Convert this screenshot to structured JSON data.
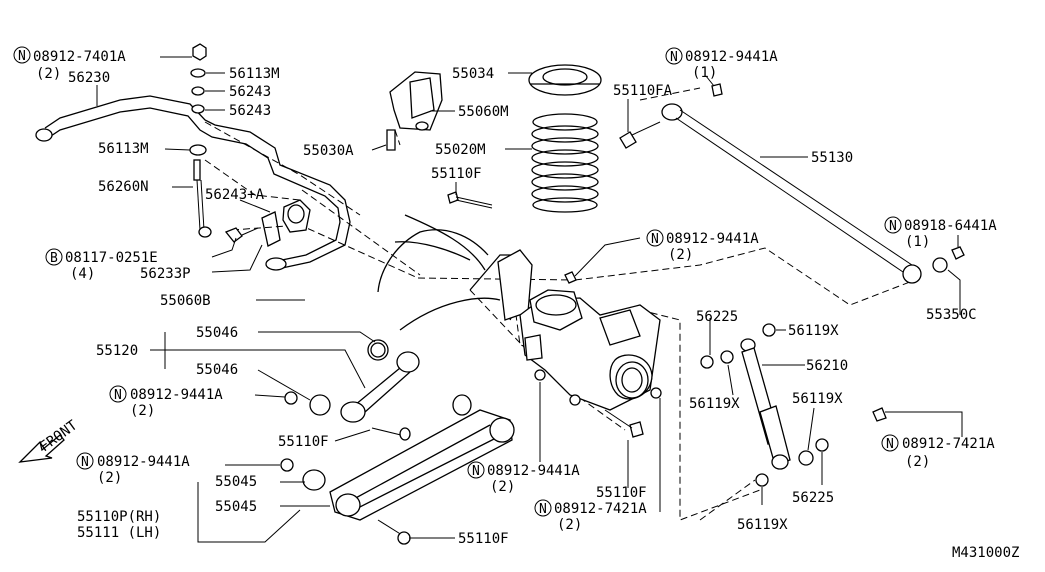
{
  "labels": {
    "nut_top_left": "08912-7401A",
    "nut_top_left_qty": "(2)",
    "stabilizer_bar": "56230",
    "bushing_a": "56113M",
    "washer_a": "56243",
    "washer_b": "56243",
    "bushing_b": "56113M",
    "stab_link": "56260N",
    "washer_set": "56243+A",
    "bolt_b": "08117-0251E",
    "bolt_b_qty": "(4)",
    "bracket": "56233P",
    "bumper_nut": "55060B",
    "seat_upper": "55034",
    "bumper": "55060M",
    "bound_bumper": "55030A",
    "coil_spring": "55020M",
    "bolt_f": "55110F",
    "bolt_fa": "55110FA",
    "nut_9441_top": "08912-9441A",
    "nut_9441_top_qty": "(1)",
    "lateral_rod": "55130",
    "nut_6441": "08918-6441A",
    "nut_6441_qty": "(1)",
    "nut_9441_center": "08912-9441A",
    "nut_9441_center_qty": "(2)",
    "washer_c": "55350C",
    "bushing_upper_a": "55046",
    "upper_link": "55120",
    "bushing_upper_b": "55046",
    "nut_9441_left": "08912-9441A",
    "nut_9441_left_qty": "(2)",
    "bolt_f_left": "55110F",
    "nut_9441_lower": "08912-9441A",
    "nut_9441_lower_qty": "(2)",
    "bushing_lower_a": "55045",
    "bushing_lower_b": "55045",
    "lower_link_rh": "55110P(RH)",
    "lower_link_lh": "55111 (LH)",
    "bolt_f_bottom": "55110F",
    "nut_9441_bottom": "08912-9441A",
    "nut_9441_bottom_qty": "(2)",
    "bolt_f_axle": "55110F",
    "nut_7421_bottom": "08912-7421A",
    "nut_7421_bottom_qty": "(2)",
    "seat_shock_a": "56225",
    "bush_shock_a": "56119X",
    "shock_absorber": "56210",
    "bush_shock_b": "56119X",
    "bush_shock_c": "56119X",
    "seat_shock_b": "56225",
    "bush_shock_d": "56119X",
    "nut_7421_right": "08912-7421A",
    "nut_7421_right_qty": "(2)",
    "front_arrow": "FRONT",
    "diagram_code": "M431000Z"
  },
  "symbols": {
    "nut_mark": "N",
    "bolt_mark": "B"
  }
}
